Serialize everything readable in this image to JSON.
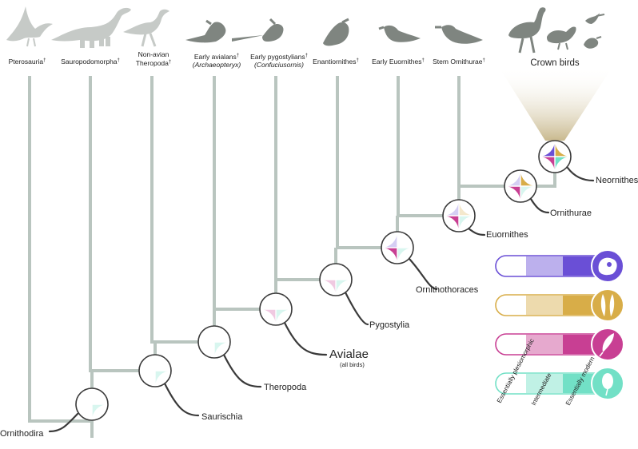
{
  "taxa": [
    {
      "label": "Pterosauria",
      "mark": "†"
    },
    {
      "label": "Sauropodomorpha",
      "mark": "†"
    },
    {
      "label": "Non-avian",
      "label2": "Theropoda",
      "mark": "†"
    },
    {
      "label": "Early avialans",
      "mark": "†",
      "sub": "(Archaeopteryx)"
    },
    {
      "label": "Early pygostylians",
      "mark": "†",
      "sub": "(Confuciusornis)"
    },
    {
      "label": "Enantiornithes",
      "mark": "†"
    },
    {
      "label": "Early Euornithes",
      "mark": "†"
    },
    {
      "label": "Stem Ornithurae",
      "mark": "†"
    }
  ],
  "crown_label": "Crown birds",
  "clades": [
    "Ornithodira",
    "Saurischia",
    "Theropoda",
    "Avialae",
    "Pygostylia",
    "Ornithothoraces",
    "Euornithes",
    "Ornithurae",
    "Neornithes"
  ],
  "avialae_sub": "(all birds)",
  "trait_colors": [
    "#6a4fd6",
    "#d8ad48",
    "#c83f93",
    "#72e0c6"
  ],
  "legend": {
    "levels": [
      "Essentially plesiomorphic",
      "Intermediate",
      "Essentially modern"
    ],
    "icons": [
      "bird-head-icon",
      "wings-icon",
      "feather-icon",
      "egg-icon"
    ]
  },
  "node_states": [
    [
      0,
      0,
      0,
      1
    ],
    [
      0,
      0,
      0,
      1
    ],
    [
      0,
      0,
      0,
      1
    ],
    [
      0,
      0,
      1,
      1
    ],
    [
      0,
      0,
      1,
      1
    ],
    [
      1,
      0,
      2,
      1
    ],
    [
      1,
      1,
      2,
      1
    ],
    [
      1,
      2,
      2,
      1
    ],
    [
      2,
      2,
      2,
      2
    ]
  ]
}
